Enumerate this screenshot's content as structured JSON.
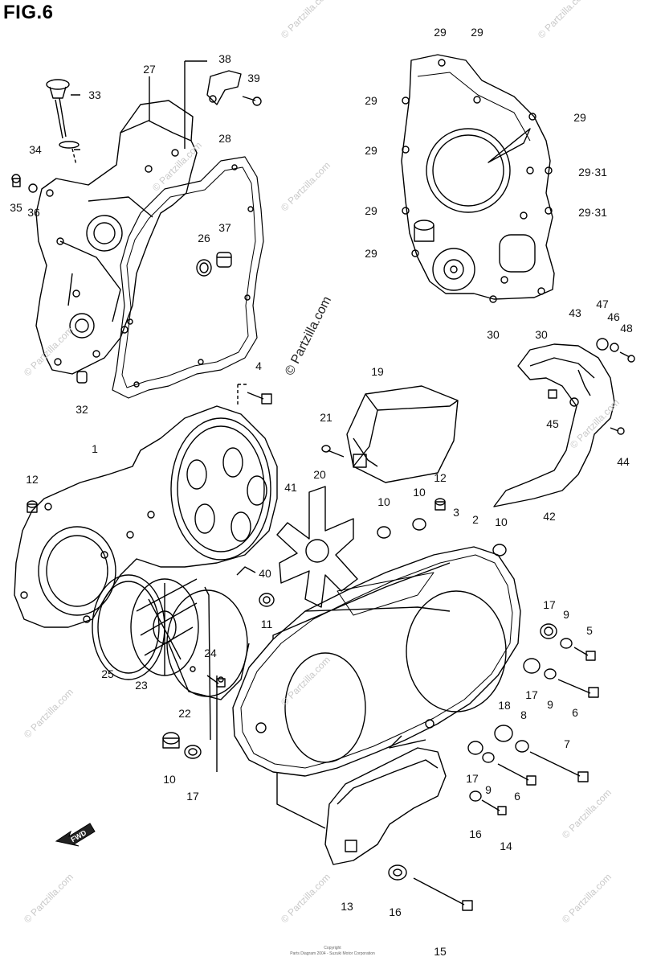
{
  "figure": {
    "title": "FIG.6",
    "direction_label": "FWD",
    "footer_copyright": "Copyright",
    "footer_text": "Parts Diagram 2004 - Suzuki Motor Corporation"
  },
  "watermark": {
    "text": "© Partzilla.com"
  },
  "callouts": [
    "33",
    "27",
    "38",
    "39",
    "34",
    "35",
    "36",
    "28",
    "26",
    "37",
    "32",
    "29",
    "29",
    "29",
    "29",
    "29",
    "29·31",
    "29",
    "29·31",
    "29",
    "30",
    "30",
    "47",
    "46",
    "48",
    "43",
    "45",
    "44",
    "42",
    "4",
    "19",
    "21",
    "20",
    "1",
    "12",
    "41",
    "10",
    "12",
    "3",
    "2",
    "10",
    "10",
    "40",
    "11",
    "17",
    "9",
    "5",
    "17",
    "9",
    "6",
    "18",
    "8",
    "7",
    "25",
    "23",
    "24",
    "22",
    "10",
    "17",
    "17",
    "9",
    "6",
    "16",
    "14",
    "13",
    "16",
    "15"
  ]
}
